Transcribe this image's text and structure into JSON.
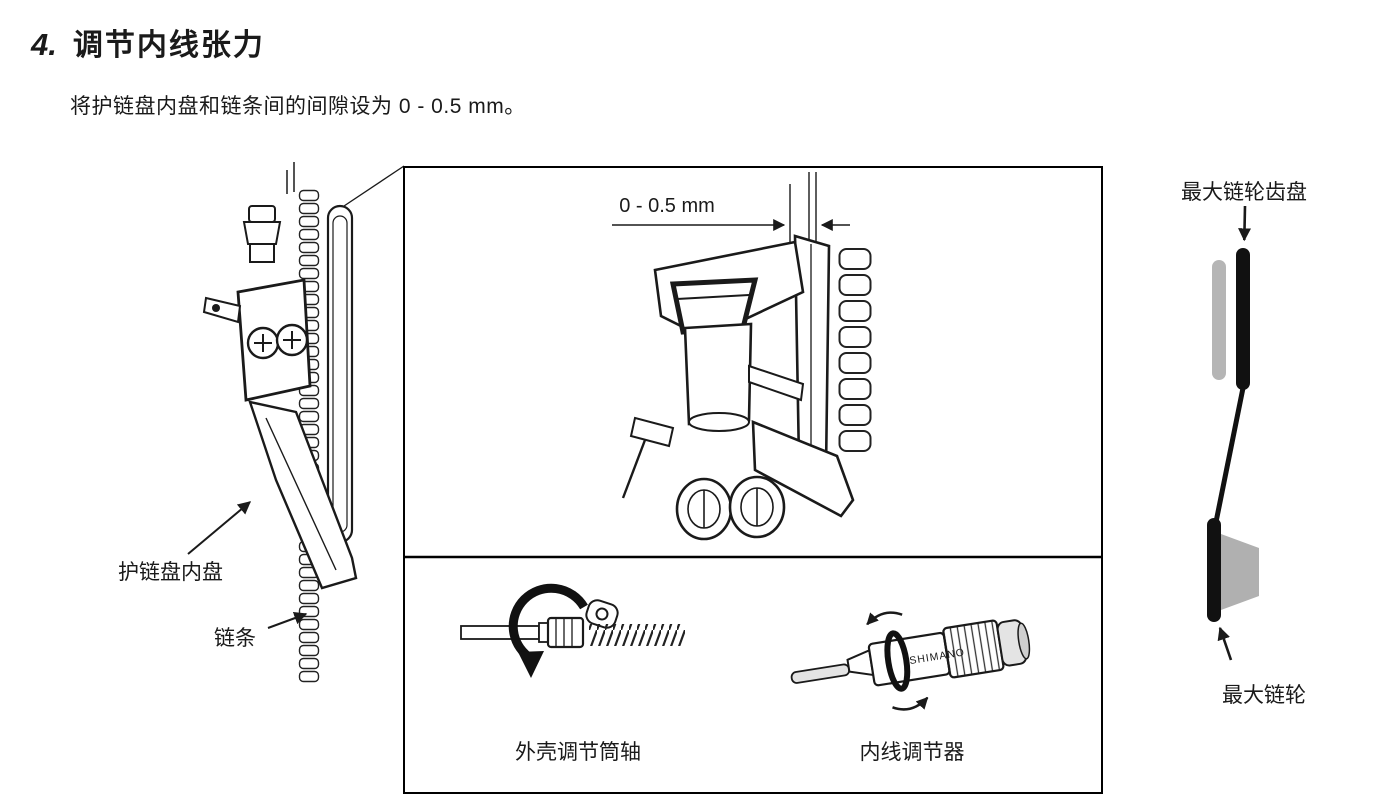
{
  "page": {
    "section_number": "4.",
    "title": "调节内线张力",
    "instruction": "将护链盘内盘和链条间的间隙设为 0 - 0.5 mm。"
  },
  "left_figure": {
    "inner_plate_label": "护链盘内盘",
    "chain_label": "链条"
  },
  "center_figure": {
    "dimension_label": "0 - 0.5 mm",
    "barrel_adjuster_label": "外壳调节筒轴",
    "inline_adjuster_label": "内线调节器",
    "brand_text": "SHIMANO"
  },
  "right_figure": {
    "largest_chainring_label": "最大链轮齿盘",
    "largest_sprocket_label": "最大链轮"
  },
  "colors": {
    "ink": "#1a1a1a",
    "gray_fill": "#b3b3b3"
  }
}
